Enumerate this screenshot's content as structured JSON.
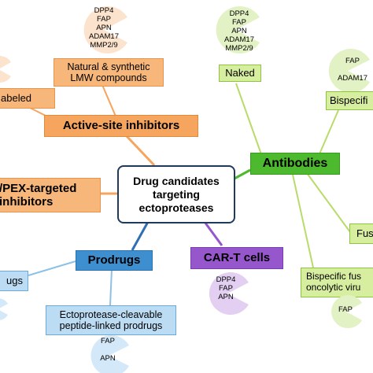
{
  "center": {
    "lines": [
      "Drug candidates",
      "targeting",
      "ectoproteases"
    ]
  },
  "active_site": {
    "label": "Active-site inhibitors",
    "children": {
      "lmw": {
        "lines": [
          "Natural & synthetic",
          "LMW compounds"
        ],
        "proteases": [
          "DPP4",
          "FAP",
          "APN",
          "ADAM17",
          "MMP2/9"
        ]
      },
      "labeled": {
        "label": "abeled"
      }
    }
  },
  "pex": {
    "lines": [
      "/PEX-targeted",
      "inhibitors"
    ]
  },
  "antibodies": {
    "label": "Antibodies",
    "children": {
      "naked": {
        "label": "Naked",
        "proteases": [
          "DPP4",
          "FAP",
          "APN",
          "ADAM17",
          "MMP2/9"
        ]
      },
      "bispecific": {
        "label": "Bispecifi",
        "proteases": [
          "FAP",
          "ADAM17"
        ]
      },
      "fus": {
        "label": "Fus"
      },
      "bispecific_fusion": {
        "lines": [
          "Bispecific fus",
          "oncolytic viru"
        ],
        "proteases": [
          "FAP"
        ]
      }
    }
  },
  "prodrugs": {
    "label": "Prodrugs",
    "children": {
      "ugs": {
        "label": "ugs"
      },
      "peptide_linked": {
        "lines": [
          "Ectoprotease-cleavable",
          "peptide-linked prodrugs"
        ],
        "proteases": [
          "FAP",
          "APN"
        ]
      }
    }
  },
  "car_t": {
    "label": "CAR-T cells",
    "proteases": [
      "DPP4",
      "FAP",
      "APN"
    ]
  },
  "colors": {
    "orange_line": "#f5a55d",
    "green_line": "#b8db6a",
    "green_strong_line": "#4cb92e",
    "blue_line": "#8fc0e6",
    "blue_strong_line": "#2f6fb3",
    "purple_line": "#9656cc",
    "pac_orange": "#fbe3cd",
    "pac_green": "#e2f2c4",
    "pac_blue": "#d3e8f8",
    "pac_purple": "#e3cff1"
  }
}
